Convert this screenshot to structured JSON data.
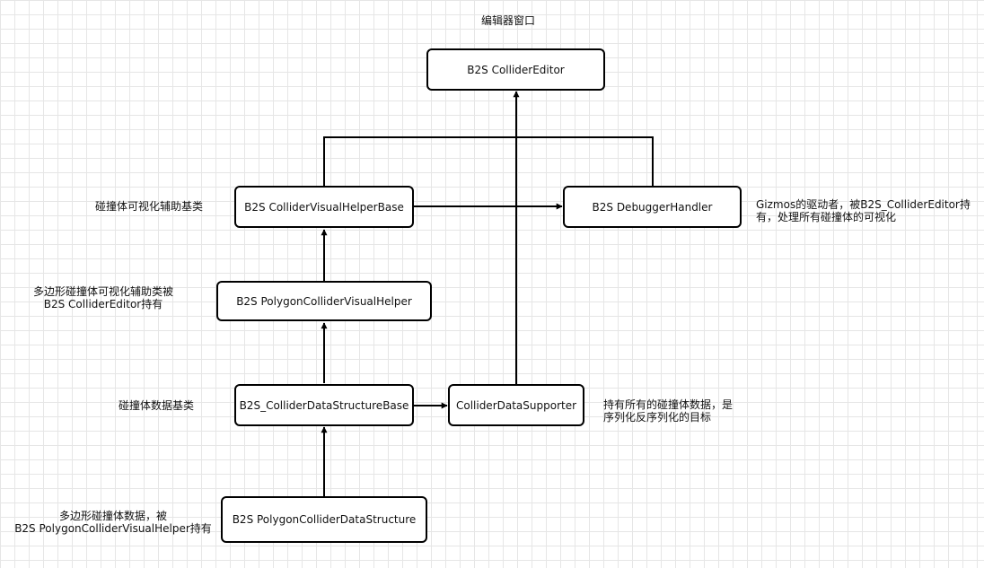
{
  "nodes": {
    "collider_editor": "B2S  ColliderEditor",
    "visual_helper_base": "B2S  ColliderVisualHelperBase",
    "debugger_handler": "B2S  DebuggerHandler",
    "polygon_visual_helper": "B2S  PolygonColliderVisualHelper",
    "data_structure_base": "B2S_ColliderDataStructureBase",
    "data_supporter": "ColliderDataSupporter",
    "polygon_data_structure": "B2S  PolygonColliderDataStructure"
  },
  "notes": {
    "editor_window": "编辑器窗口",
    "visual_helper_base": "碰撞体可视化辅助基类",
    "debugger_handler": "Gizmos的驱动者，被B2S_ColliderEditor持\n有，处理所有碰撞体的可视化",
    "polygon_visual_helper": "多边形碰撞体可视化辅助类被\nB2S  ColliderEditor持有",
    "data_structure_base": "碰撞体数据基类",
    "data_supporter": "持有所有的碰撞体数据，是\n序列化反序列化的目标",
    "polygon_data_structure": "多边形碰撞体数据，被\nB2S  PolygonColliderVisualHelper持有"
  },
  "colors": {
    "stroke": "#000000",
    "grid": "#e6e6e6"
  }
}
